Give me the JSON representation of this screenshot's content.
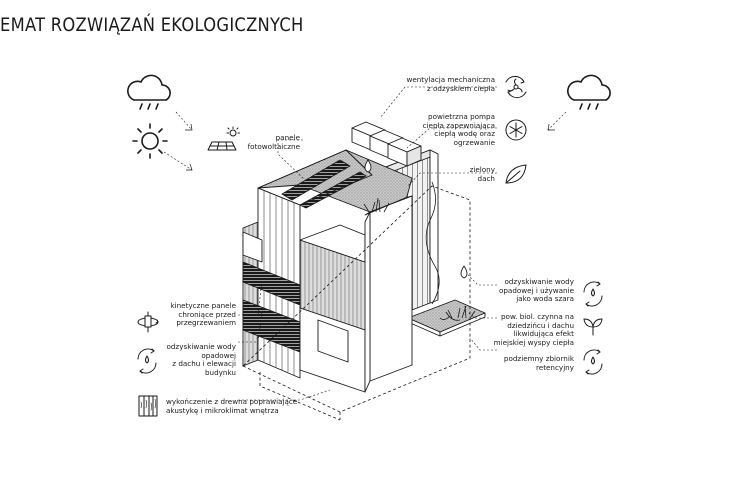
{
  "title": "EMAT ROZWIĄZAŃ EKOLOGICZNYCH",
  "icons": [
    "rain-cloud-icon",
    "sun-icon",
    "solar-panel-icon",
    "fan-recuperation-icon",
    "snowflake-heatpump-icon",
    "leaf-icon",
    "water-recycle-icon",
    "rotating-panel-icon",
    "sprout-icon",
    "wood-panel-icon"
  ],
  "labels": {
    "ventilation": [
      "wentylacja mechaniczna",
      "z odzyskiem ciepła"
    ],
    "heatpump": [
      "powietrzna pompa",
      "ciepła zapewniająca",
      "ciepłą wodę oraz",
      "ogrzewanie"
    ],
    "greenroof": [
      "zielony",
      "dach"
    ],
    "pv": [
      "panele",
      "fotowoltaiczne"
    ],
    "kinetic": [
      "kinetyczne panele",
      "chroniące przed",
      "przegrzewaniem"
    ],
    "rainwater": [
      "odzyskiwanie wody",
      "opadowej",
      "z dachu i elewacji",
      "budynku"
    ],
    "wood": [
      "wykończenie z drewna poprawiające",
      "akustykę i mikroklimat wnętrza"
    ],
    "greywater": [
      "odzyskiwanie wody",
      "opadowej i używanie",
      "jako woda szara"
    ],
    "biosurface": [
      "pow. biol. czynna na",
      "dziedzińcu i dachu",
      "likwidująca efekt",
      "miejskiej wyspy ciepła"
    ],
    "tank": [
      "podziemny zbiornik",
      "retencyjny"
    ]
  }
}
